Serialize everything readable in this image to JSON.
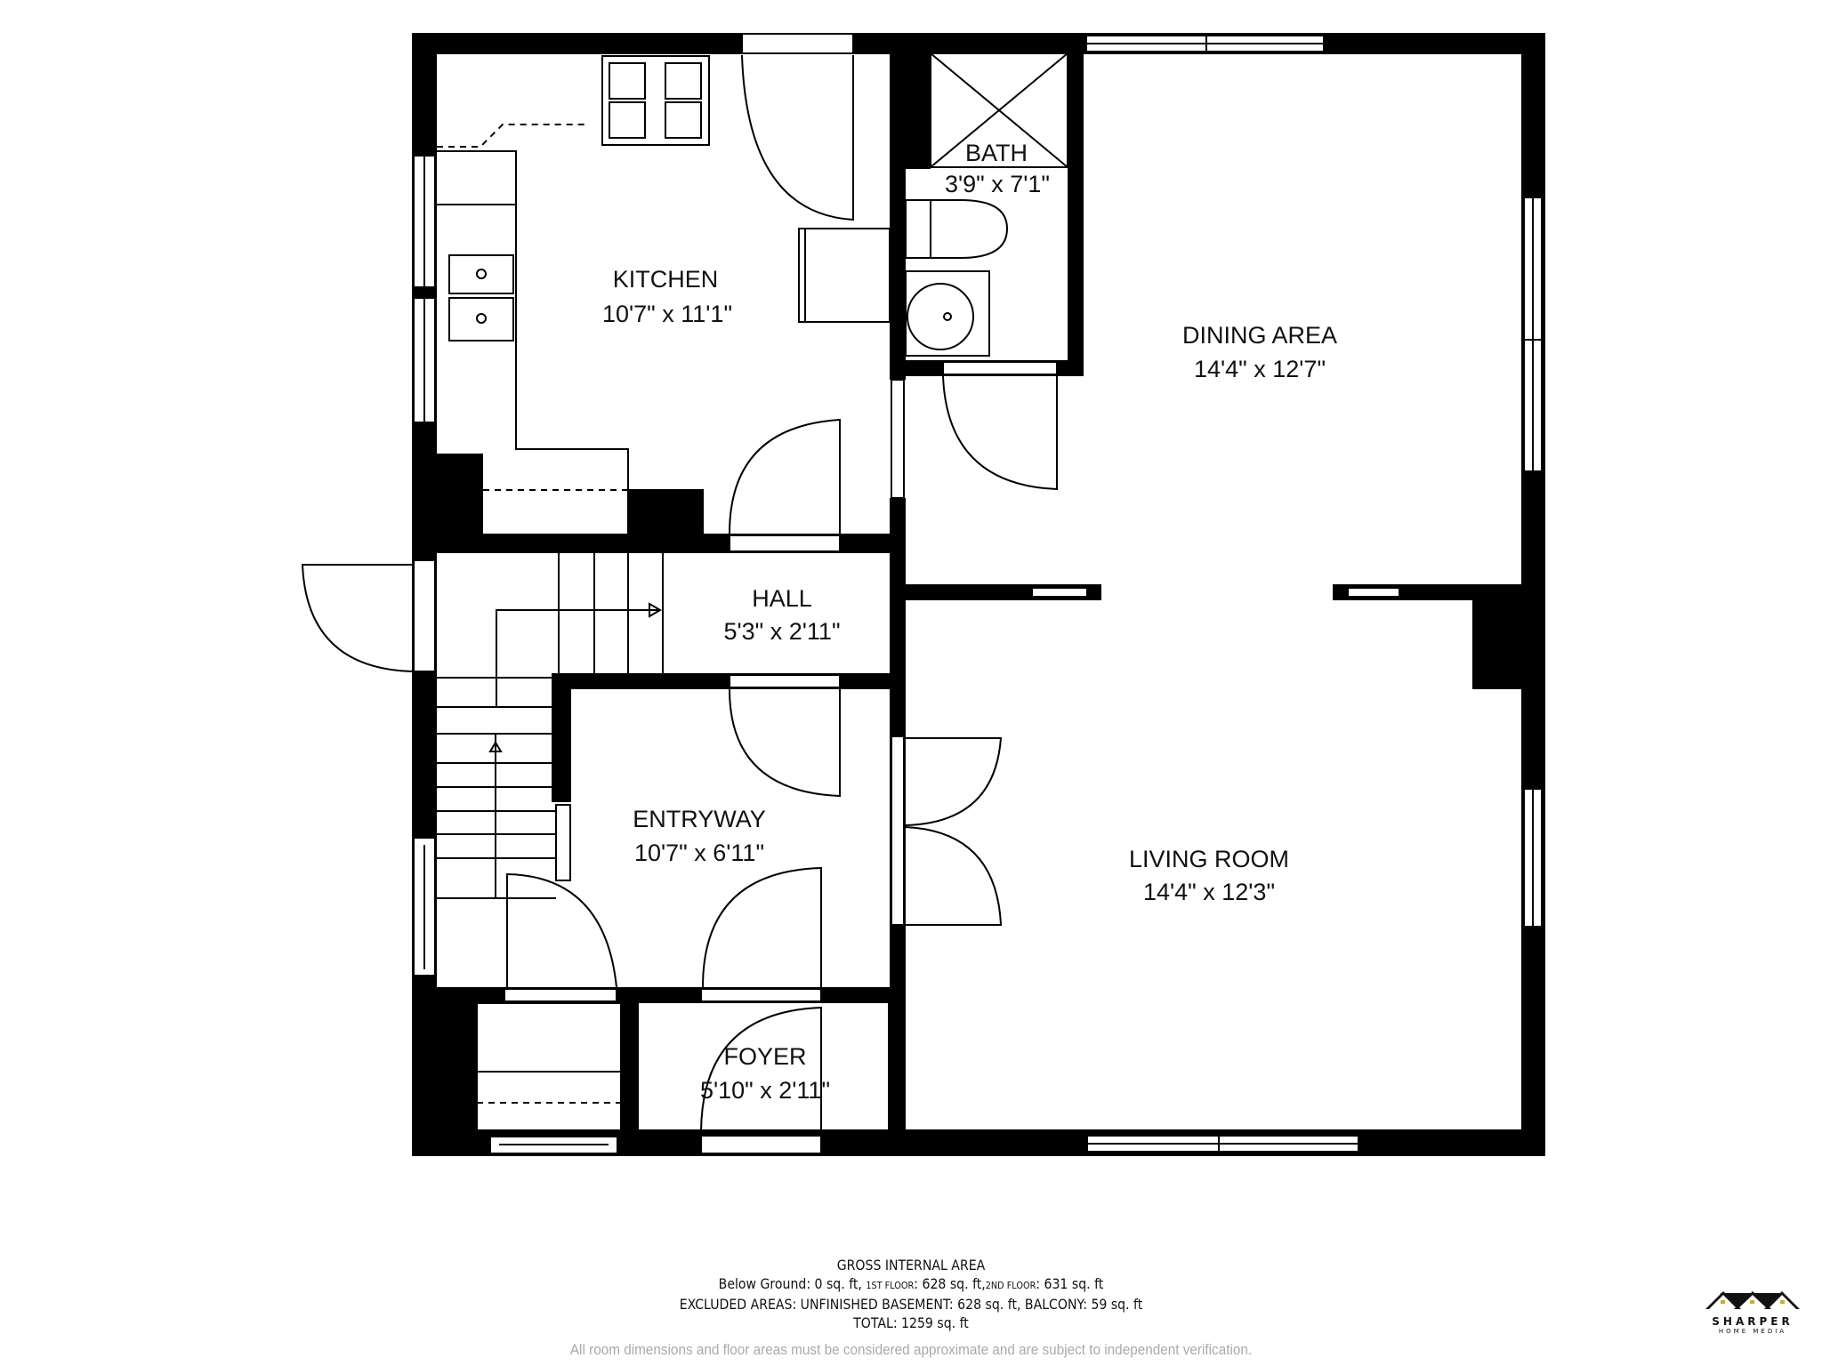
{
  "rooms": [
    {
      "name": "KITCHEN",
      "dims": "10'7\" x 11'1\""
    },
    {
      "name": "BATH",
      "dims": "3'9\" x 7'1\""
    },
    {
      "name": "DINING AREA",
      "dims": "14'4\" x 12'7\""
    },
    {
      "name": "HALL",
      "dims": "5'3\" x 2'11\""
    },
    {
      "name": "ENTRYWAY",
      "dims": "10'7\" x 6'11\""
    },
    {
      "name": "LIVING ROOM",
      "dims": "14'4\" x 12'3\""
    },
    {
      "name": "FOYER",
      "dims": "5'10\" x 2'11\""
    }
  ],
  "area_summary": {
    "title": "GROSS INTERNAL AREA",
    "below_ground": "Below Ground: 0 sq. ft,",
    "first_floor_label": "1ST FLOOR",
    "first_floor_value": ": 628 sq. ft,",
    "second_floor_label": "2ND FLOOR",
    "second_floor_value": ": 631 sq. ft",
    "excluded": "EXCLUDED AREAS: UNFINISHED BASEMENT: 628 sq. ft, BALCONY: 59 sq. ft",
    "total": "TOTAL: 1259 sq. ft"
  },
  "disclaimer": "All room dimensions and floor areas must be considered approximate and are subject to independent verification.",
  "logo": {
    "brand": "SHARPER",
    "sub": "HOME MEDIA",
    "window_color": "#d4a72c"
  },
  "colors": {
    "wall": "#000000",
    "line": "#000000",
    "background": "#ffffff"
  }
}
